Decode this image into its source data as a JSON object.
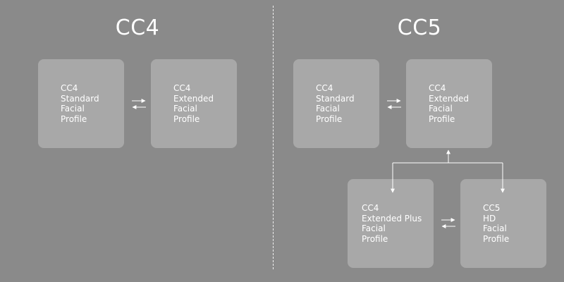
{
  "sections": {
    "left": {
      "title": "CC4"
    },
    "right": {
      "title": "CC5"
    }
  },
  "boxes": {
    "l_standard": {
      "lines": [
        "CC4",
        "Standard",
        "Facial",
        "Profile"
      ]
    },
    "l_extended": {
      "lines": [
        "CC4",
        "Extended",
        "Facial",
        "Profile"
      ]
    },
    "r_standard": {
      "lines": [
        "CC4",
        "Standard",
        "Facial",
        "Profile"
      ]
    },
    "r_extended": {
      "lines": [
        "CC4",
        "Extended",
        "Facial",
        "Profile"
      ]
    },
    "r_extplus": {
      "lines": [
        "CC4",
        "Extended Plus",
        "Facial",
        "Profile"
      ]
    },
    "r_hd": {
      "lines": [
        "CC5",
        "HD",
        "Facial",
        "Profile"
      ]
    }
  },
  "colors": {
    "background": "#8a8a8a",
    "box": "#a8a8a8",
    "text": "#ffffff",
    "lines": "#ffffff"
  }
}
